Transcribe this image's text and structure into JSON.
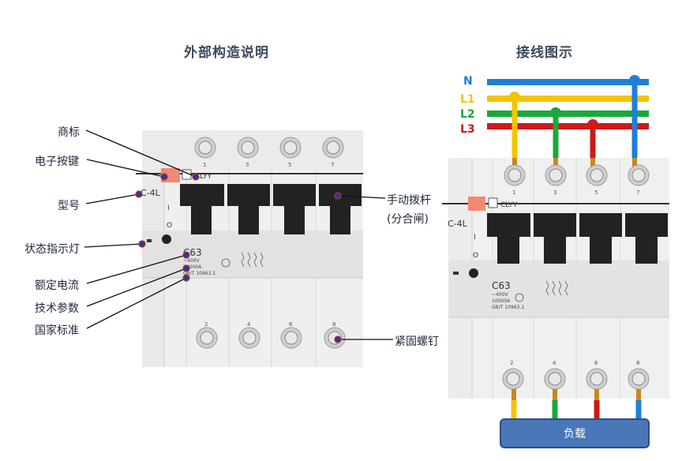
{
  "left_title": "外部构造说明",
  "right_title": "接线图示",
  "callouts": {
    "trademark": "商标",
    "electronic_button": "电子按键",
    "model": "型号",
    "status_light": "状态指示灯",
    "rated_current": "额定电流",
    "tech_params": "技术参数",
    "national_standard": "国家标准",
    "manual_lever": "手动拨杆",
    "manual_lever_sub": "(分合闸)",
    "screw": "紧固螺钉"
  },
  "breaker": {
    "brand": "CLYY",
    "model": "C-4L",
    "rating": "C63",
    "voltage": "~400V",
    "breaking": "10000A",
    "standard": "GB/T 10963.1",
    "top_terminals": [
      "1",
      "3",
      "5",
      "7"
    ],
    "bottom_terminals": [
      "2",
      "4",
      "6",
      "8"
    ]
  },
  "wires": [
    {
      "name": "N",
      "color": "#1f7fd6"
    },
    {
      "name": "L1",
      "color": "#f5c400"
    },
    {
      "name": "L2",
      "color": "#1aa83a"
    },
    {
      "name": "L3",
      "color": "#d01818"
    }
  ],
  "load_label": "负载"
}
